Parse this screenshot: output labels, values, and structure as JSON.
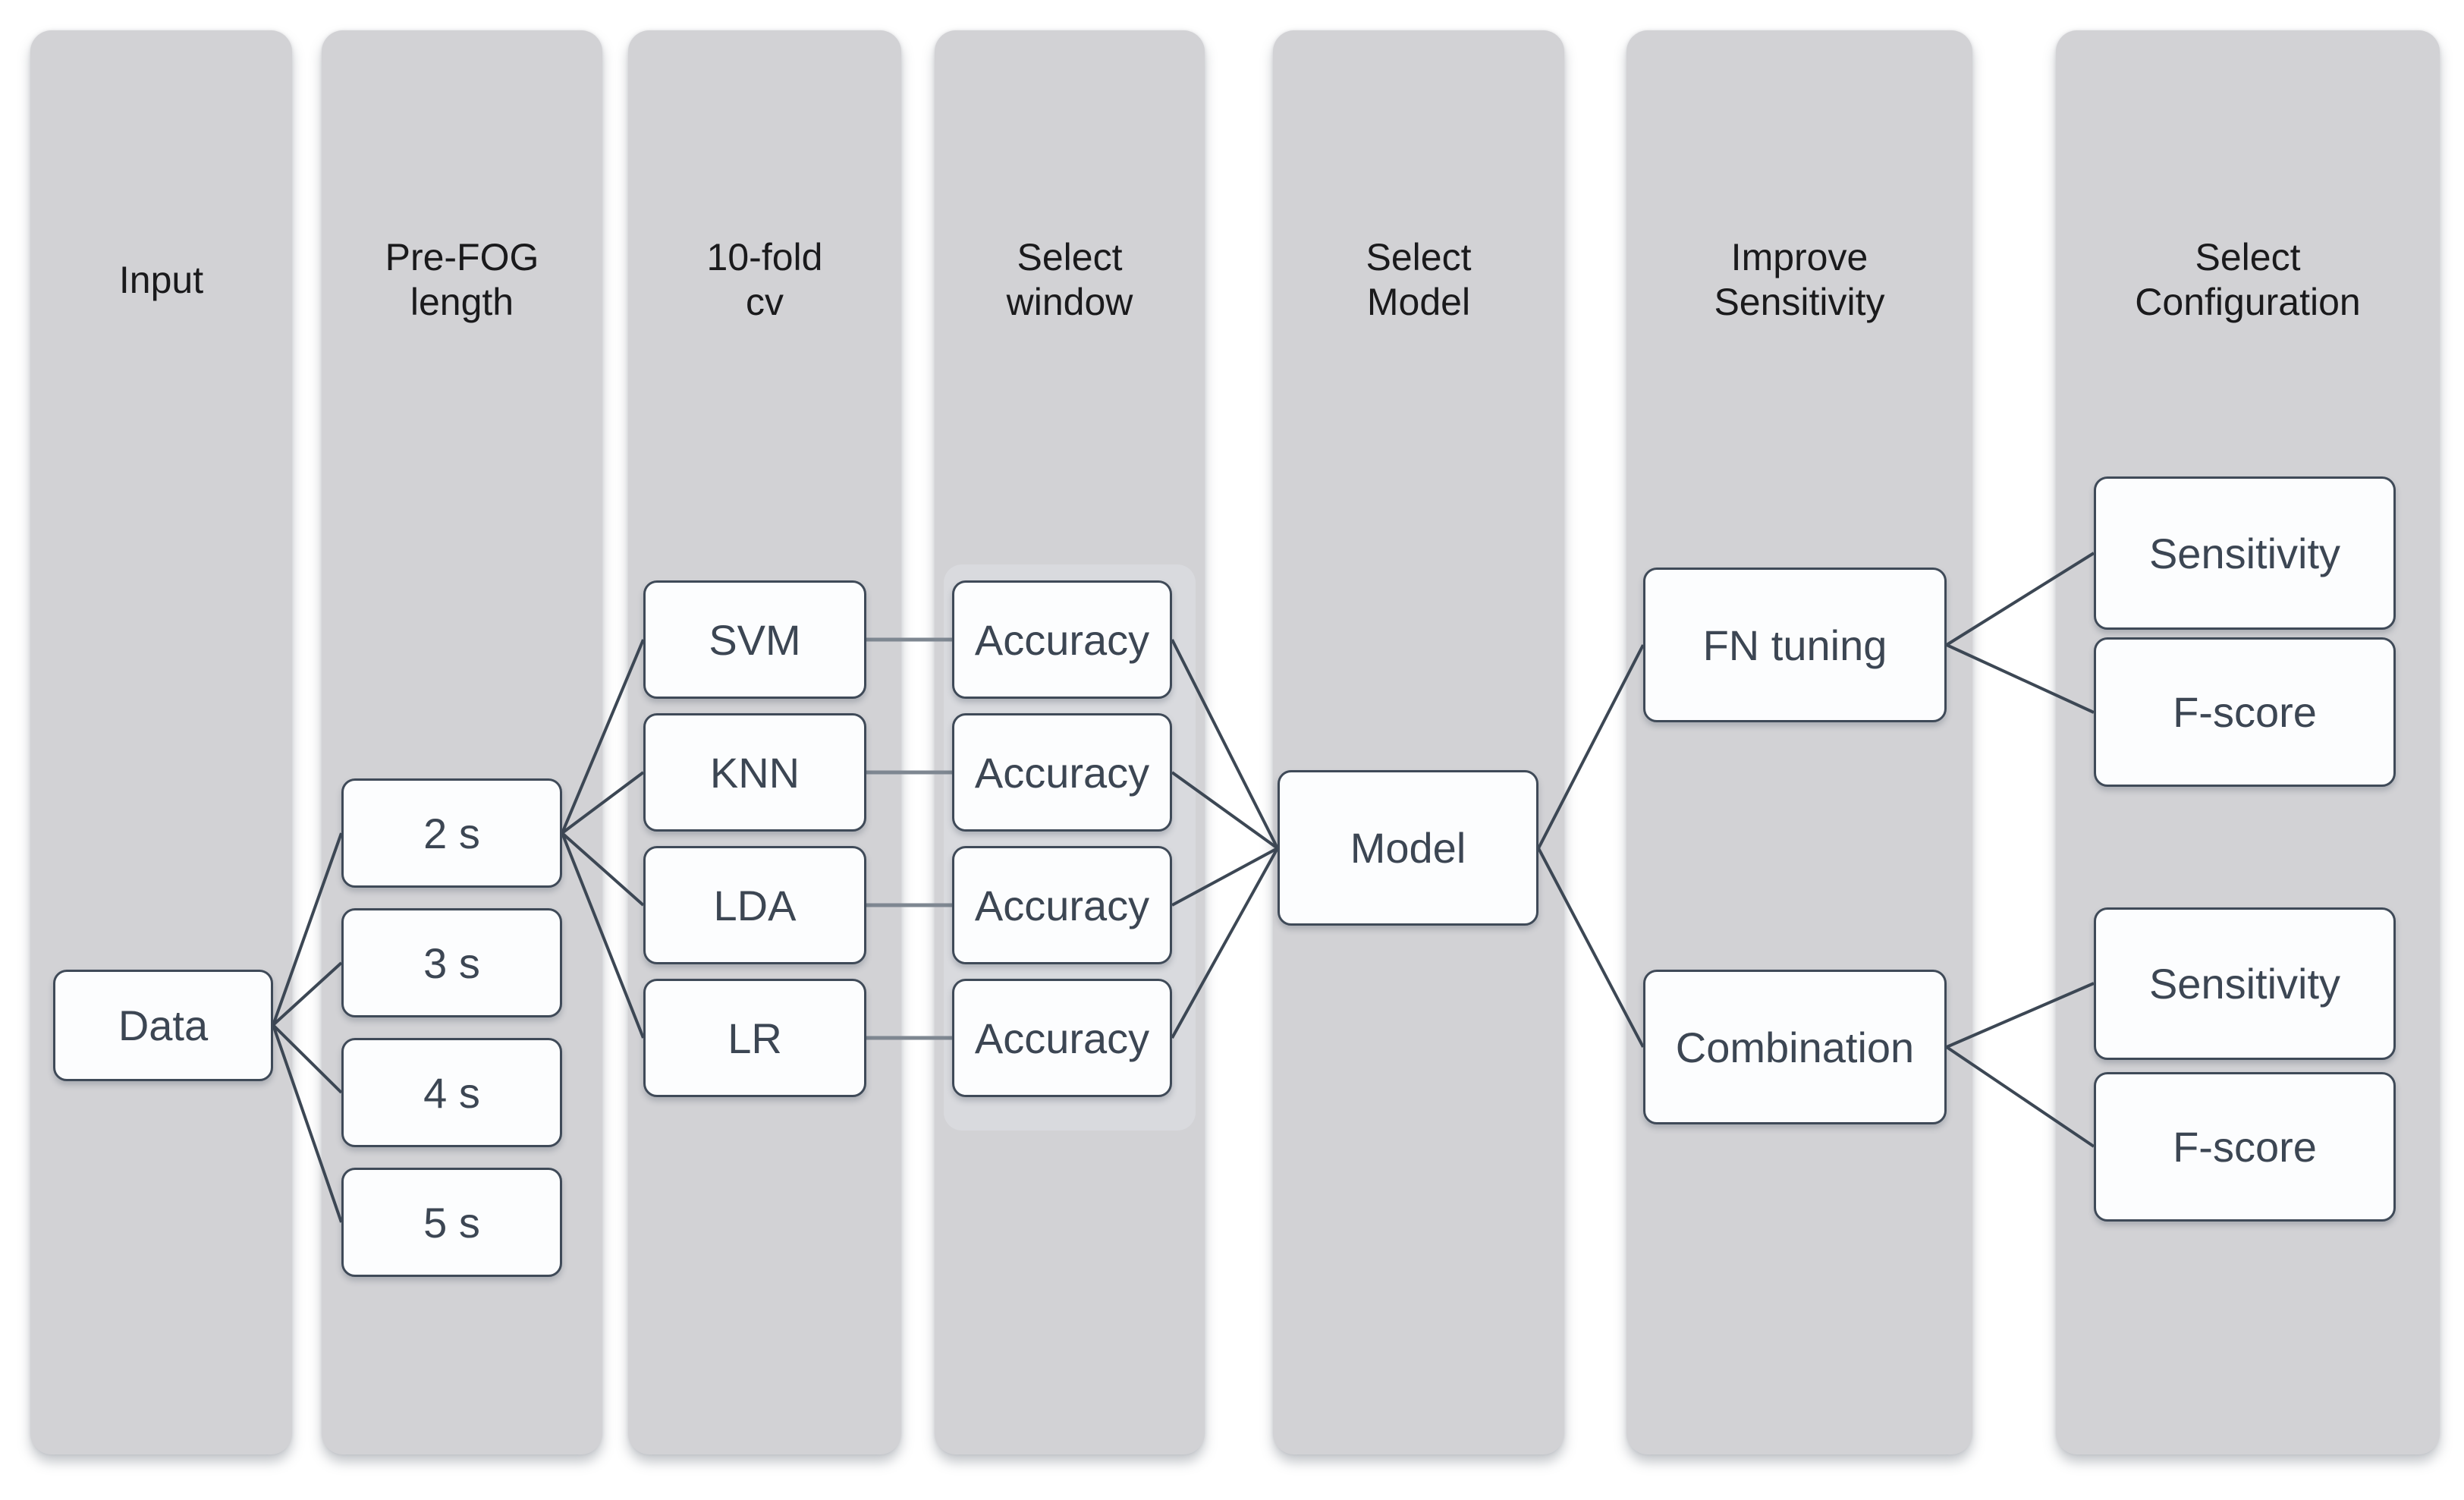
{
  "diagram": {
    "colors": {
      "background": "#ffffff",
      "column_fill": "#d2d2d5",
      "subpanel_fill": "#d9dade",
      "node_fill": "#fcfdfe",
      "node_border": "#3f4a58",
      "node_text": "#3c4653",
      "header_text": "#1a1a1c",
      "wire_dark": "#3c4754",
      "wire_gray": "#7e8791"
    },
    "columns": [
      {
        "header": "Input",
        "boxes": [
          {
            "label": "Data"
          }
        ]
      },
      {
        "header": "Pre-FOG\nlength",
        "boxes": [
          {
            "label": "2 s"
          },
          {
            "label": "3 s"
          },
          {
            "label": "4 s"
          },
          {
            "label": "5 s"
          }
        ]
      },
      {
        "header": "10-fold\ncv",
        "boxes": [
          {
            "label": "SVM"
          },
          {
            "label": "KNN"
          },
          {
            "label": "LDA"
          },
          {
            "label": "LR"
          }
        ]
      },
      {
        "header": "Select\nwindow",
        "boxes": [
          {
            "label": "Accuracy"
          },
          {
            "label": "Accuracy"
          },
          {
            "label": "Accuracy"
          },
          {
            "label": "Accuracy"
          }
        ]
      },
      {
        "header": "Select\nModel",
        "boxes": [
          {
            "label": "Model"
          }
        ]
      },
      {
        "header": "Improve\nSensitivity",
        "boxes": [
          {
            "label": "FN tuning"
          },
          {
            "label": "Combination"
          }
        ]
      },
      {
        "header": "Select\nConfiguration",
        "boxes": [
          {
            "label": "Sensitivity"
          },
          {
            "label": "F-score"
          },
          {
            "label": "Sensitivity"
          },
          {
            "label": "F-score"
          }
        ]
      }
    ],
    "connections": [
      {
        "from": "Data",
        "to": "2 s"
      },
      {
        "from": "Data",
        "to": "3 s"
      },
      {
        "from": "Data",
        "to": "4 s"
      },
      {
        "from": "Data",
        "to": "5 s"
      },
      {
        "from": "2 s",
        "to": "SVM"
      },
      {
        "from": "2 s",
        "to": "KNN"
      },
      {
        "from": "2 s",
        "to": "LDA"
      },
      {
        "from": "2 s",
        "to": "LR"
      },
      {
        "from": "SVM",
        "to": "Accuracy"
      },
      {
        "from": "KNN",
        "to": "Accuracy"
      },
      {
        "from": "LDA",
        "to": "Accuracy"
      },
      {
        "from": "LR",
        "to": "Accuracy"
      },
      {
        "from": "Accuracy (SVM)",
        "to": "Model"
      },
      {
        "from": "Accuracy (KNN)",
        "to": "Model"
      },
      {
        "from": "Accuracy (LDA)",
        "to": "Model"
      },
      {
        "from": "Accuracy (LR)",
        "to": "Model"
      },
      {
        "from": "Model",
        "to": "FN tuning"
      },
      {
        "from": "Model",
        "to": "Combination"
      },
      {
        "from": "FN tuning",
        "to": "Sensitivity"
      },
      {
        "from": "FN tuning",
        "to": "F-score"
      },
      {
        "from": "Combination",
        "to": "Sensitivity"
      },
      {
        "from": "Combination",
        "to": "F-score"
      }
    ]
  }
}
